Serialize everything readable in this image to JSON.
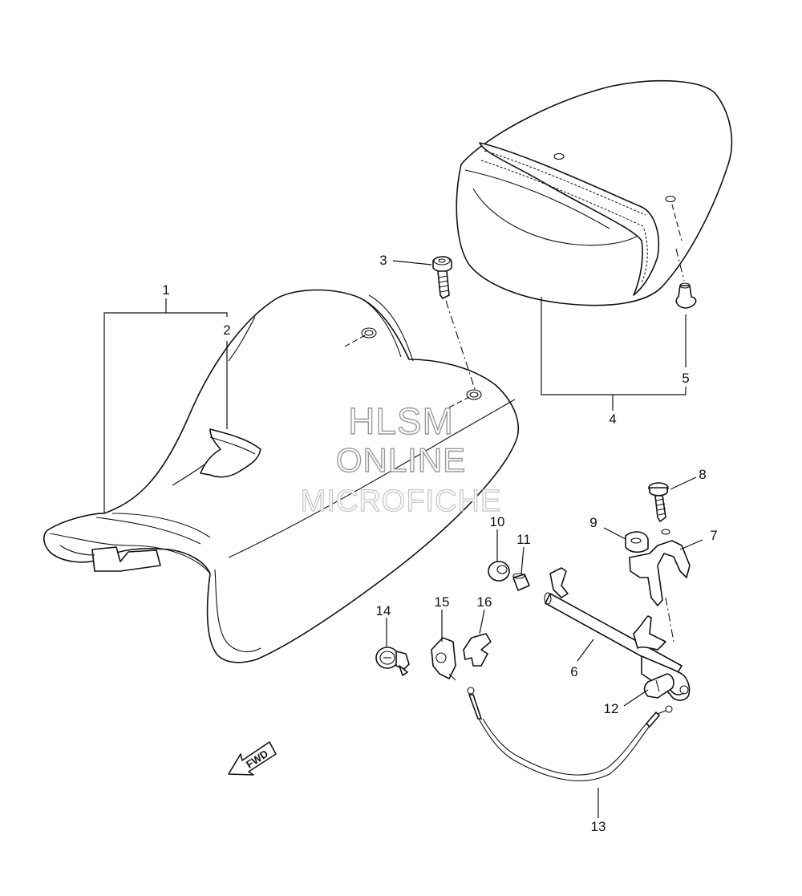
{
  "watermark": {
    "line1": "HLSM",
    "line2": "ONLINE",
    "line3": "MICROFICHE"
  },
  "fwd_arrow_label": "FWD",
  "callouts": [
    "1",
    "2",
    "3",
    "4",
    "5",
    "6",
    "7",
    "8",
    "9",
    "10",
    "11",
    "12",
    "13",
    "14",
    "15",
    "16"
  ],
  "parts": [
    {
      "ref": "1",
      "name": "rider seat"
    },
    {
      "ref": "2",
      "name": "seat strap"
    },
    {
      "ref": "3",
      "name": "bolt"
    },
    {
      "ref": "4",
      "name": "passenger seat"
    },
    {
      "ref": "5",
      "name": "damper"
    },
    {
      "ref": "6",
      "name": "seat lock rod"
    },
    {
      "ref": "7",
      "name": "bracket"
    },
    {
      "ref": "8",
      "name": "bolt"
    },
    {
      "ref": "9",
      "name": "collar"
    },
    {
      "ref": "10",
      "name": "grommet"
    },
    {
      "ref": "11",
      "name": "collar"
    },
    {
      "ref": "12",
      "name": "clip"
    },
    {
      "ref": "13",
      "name": "seat lock cable"
    },
    {
      "ref": "14",
      "name": "seat lock"
    },
    {
      "ref": "15",
      "name": "lock plate"
    },
    {
      "ref": "16",
      "name": "clip"
    }
  ]
}
